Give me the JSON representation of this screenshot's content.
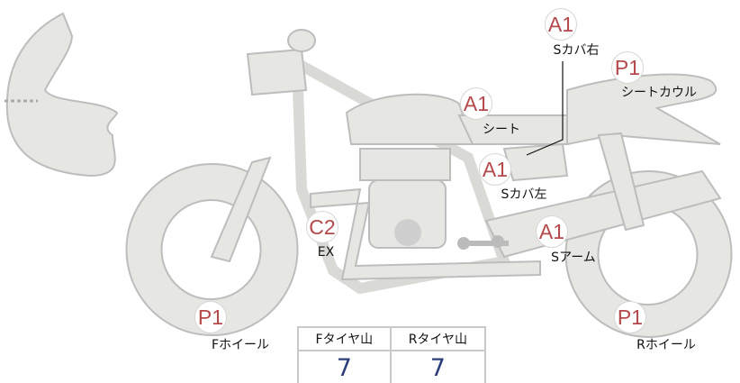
{
  "parts": [
    {
      "id": "s-cover-right",
      "grade": "A1",
      "label": "Sカバ右"
    },
    {
      "id": "seat-cowl",
      "grade": "P1",
      "label": "シートカウル"
    },
    {
      "id": "seat",
      "grade": "A1",
      "label": "シート"
    },
    {
      "id": "s-cover-left",
      "grade": "A1",
      "label": "Sカバ左"
    },
    {
      "id": "exhaust",
      "grade": "C2",
      "label": "EX"
    },
    {
      "id": "swing-arm",
      "grade": "A1",
      "label": "Sアーム"
    },
    {
      "id": "front-wheel",
      "grade": "P1",
      "label": "Fホイール"
    },
    {
      "id": "rear-wheel",
      "grade": "P1",
      "label": "Rホイール"
    }
  ],
  "tire_table": {
    "headers": [
      "Fタイヤ山",
      "Rタイヤ山"
    ],
    "values": [
      "7",
      "7"
    ]
  },
  "colors": {
    "grade": "#b5484a",
    "value": "#2c3e7a",
    "part_fill": "#e6e6e3",
    "part_stroke": "#bdbdbd"
  }
}
